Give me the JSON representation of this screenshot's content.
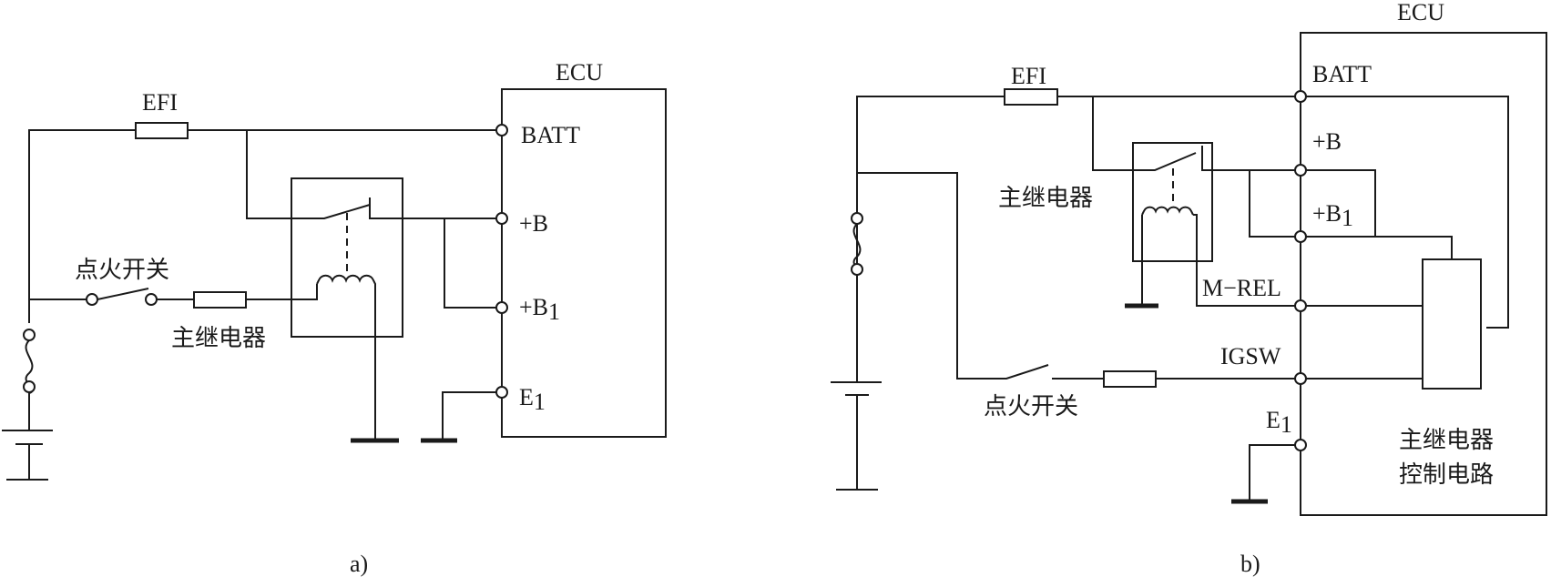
{
  "panel_a": {
    "ecu_title": "ECU",
    "fuse_label": "EFI",
    "ignition_switch_label": "点火开关",
    "main_relay_label": "主继电器",
    "pins": {
      "batt": "BATT",
      "plus_b": "+B",
      "plus_b1_main": "+B",
      "plus_b1_sub": "1",
      "e1_main": "E",
      "e1_sub": "1"
    },
    "caption": "a)"
  },
  "panel_b": {
    "ecu_title": "ECU",
    "fuse_label": "EFI",
    "ignition_switch_label": "点火开关",
    "main_relay_label": "主继电器",
    "control_circuit_line1": "主继电器",
    "control_circuit_line2": "控制电路",
    "pins": {
      "batt": "BATT",
      "plus_b": "+B",
      "plus_b1_main": "+B",
      "plus_b1_sub": "1",
      "m_rel": "M−REL",
      "igsw": "IGSW",
      "e1_main": "E",
      "e1_sub": "1"
    },
    "caption": "b)"
  }
}
